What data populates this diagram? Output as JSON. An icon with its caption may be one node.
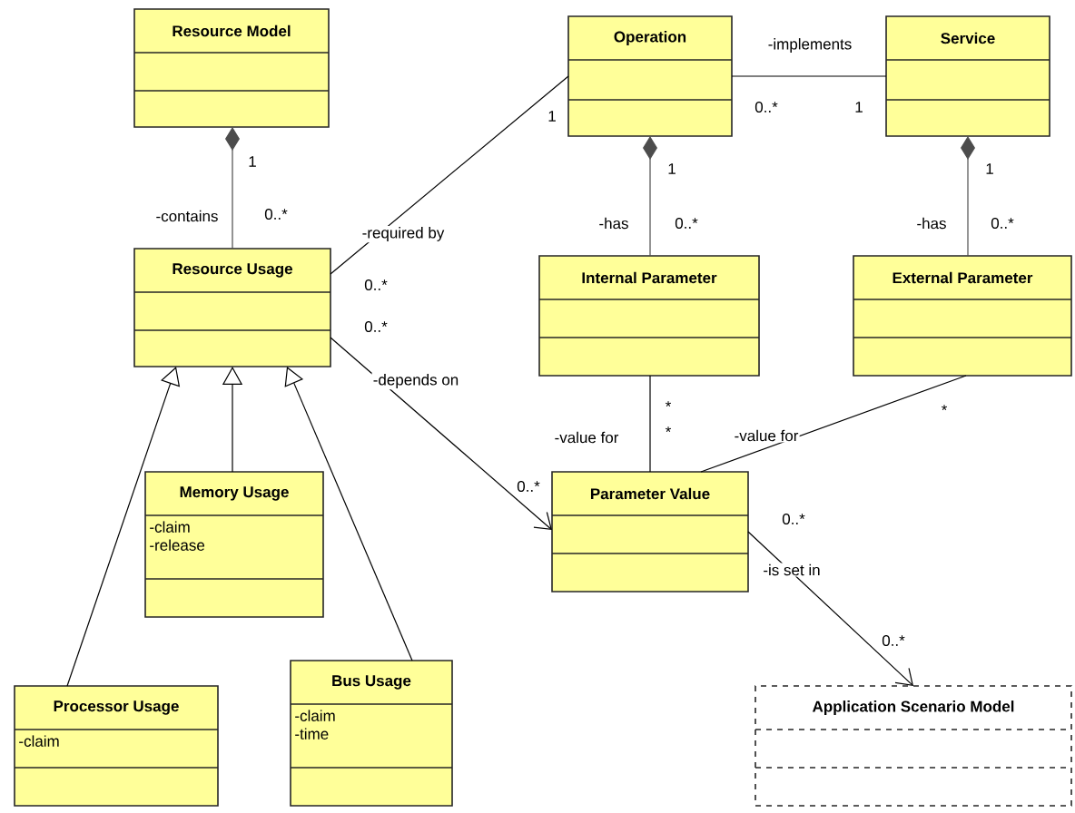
{
  "diagram": {
    "nodes": [
      {
        "text": [
          "Resource Model"
        ]
      },
      {
        "text": [
          "Operation"
        ]
      },
      {
        "text": [
          "Service"
        ]
      },
      {
        "text": [
          "Resource Usage"
        ]
      },
      {
        "text": [
          "Internal Parameter"
        ]
      },
      {
        "text": [
          "External Parameter"
        ]
      },
      {
        "text": [
          "Memory Usage",
          "-claim -release"
        ]
      },
      {
        "text": [
          "Parameter Value"
        ]
      },
      {
        "text": [
          "Processor Usage",
          "-claim"
        ]
      },
      {
        "text": [
          "Bus Usage",
          "-claim -time"
        ]
      },
      {
        "text": [
          "Application Scenario Model"
        ]
      }
    ],
    "edges": [
      {
        "from": 0,
        "to": 3,
        "arrow": "other",
        "label": "-contains"
      },
      {
        "from": 3,
        "to": 1,
        "arrow": "none",
        "label": "-required by"
      },
      {
        "from": 1,
        "to": 2,
        "arrow": "none",
        "label": "-implements"
      },
      {
        "from": 1,
        "to": 4,
        "arrow": "other",
        "label": "-has"
      },
      {
        "from": 2,
        "to": 5,
        "arrow": "other",
        "label": "-has"
      },
      {
        "from": 3,
        "to": 7,
        "arrow": "to",
        "label": "-depends on"
      },
      {
        "from": 4,
        "to": 7,
        "arrow": "none",
        "label": "-value for"
      },
      {
        "from": 5,
        "to": 7,
        "arrow": "none",
        "label": "-value for"
      },
      {
        "from": 7,
        "to": 10,
        "arrow": "to",
        "label": "-is set in"
      },
      {
        "from": 6,
        "to": 3,
        "arrow": "to"
      },
      {
        "from": 8,
        "to": 3,
        "arrow": "to"
      },
      {
        "from": 9,
        "to": 3,
        "arrow": "to"
      }
    ],
    "labels": [
      "1",
      "0..*",
      "1",
      "0..*",
      "1",
      "1",
      "0..*",
      "1",
      "0..*",
      "0..*",
      "0..*",
      "*",
      "*",
      "*",
      "0..*",
      "0..*",
      "0..*"
    ]
  }
}
